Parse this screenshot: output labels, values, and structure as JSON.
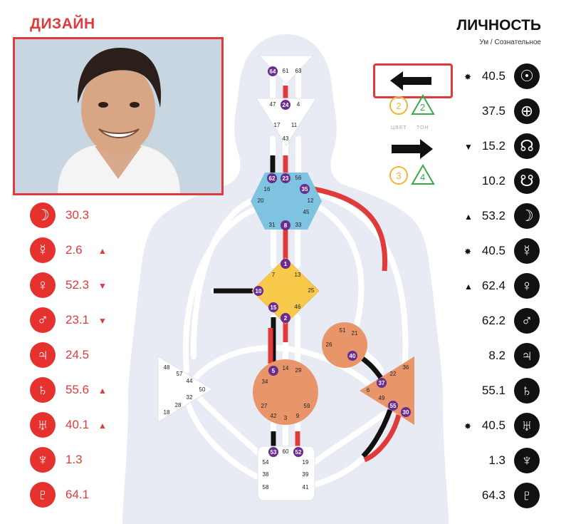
{
  "design_title": "ДИЗАЙН",
  "personality_title": "ЛИЧНОСТЬ",
  "personality_subtitle": "Ум / Сознательное",
  "variables": {
    "top": {
      "color": "2",
      "tone": "2"
    },
    "bottom": {
      "color": "3",
      "tone": "4"
    },
    "color_label": "ЦВЕТ",
    "tone_label": "ТОН"
  },
  "design_rows": [
    {
      "value": "30.3",
      "mark": "",
      "icon": "moon-icon",
      "glyph": "☽"
    },
    {
      "value": "2.6",
      "mark": "▲",
      "icon": "mercury-icon",
      "glyph": "☿"
    },
    {
      "value": "52.3",
      "mark": "▼",
      "icon": "venus-icon",
      "glyph": "♀"
    },
    {
      "value": "23.1",
      "mark": "▼",
      "icon": "mars-icon",
      "glyph": "♂"
    },
    {
      "value": "24.5",
      "mark": "",
      "icon": "jupiter-icon",
      "glyph": "♃"
    },
    {
      "value": "55.6",
      "mark": "▲",
      "icon": "saturn-icon",
      "glyph": "♄"
    },
    {
      "value": "40.1",
      "mark": "▲",
      "icon": "uranus-icon",
      "glyph": "♅"
    },
    {
      "value": "1.3",
      "mark": "",
      "icon": "neptune-icon",
      "glyph": "♆"
    },
    {
      "value": "64.1",
      "mark": "",
      "icon": "pluto-icon",
      "glyph": "♇"
    }
  ],
  "personality_rows": [
    {
      "value": "40.5",
      "mark": "✸",
      "icon": "sun-icon",
      "glyph": "☉"
    },
    {
      "value": "37.5",
      "mark": "",
      "icon": "earth-icon",
      "glyph": "⊕"
    },
    {
      "value": "15.2",
      "mark": "▼",
      "icon": "north-node-icon",
      "glyph": "☊"
    },
    {
      "value": "10.2",
      "mark": "",
      "icon": "south-node-icon",
      "glyph": "☋"
    },
    {
      "value": "53.2",
      "mark": "▲",
      "icon": "moon-icon",
      "glyph": "☽"
    },
    {
      "value": "40.5",
      "mark": "✸",
      "icon": "mercury-icon",
      "glyph": "☿"
    },
    {
      "value": "62.4",
      "mark": "▲",
      "icon": "venus-icon",
      "glyph": "♀"
    },
    {
      "value": "62.2",
      "mark": "",
      "icon": "mars-icon",
      "glyph": "♂"
    },
    {
      "value": "8.2",
      "mark": "",
      "icon": "jupiter-icon",
      "glyph": "♃"
    },
    {
      "value": "55.1",
      "mark": "",
      "icon": "saturn-icon",
      "glyph": "♄"
    },
    {
      "value": "40.5",
      "mark": "✸",
      "icon": "uranus-icon",
      "glyph": "♅"
    },
    {
      "value": "1.3",
      "mark": "",
      "icon": "neptune-icon",
      "glyph": "♆"
    },
    {
      "value": "64.3",
      "mark": "",
      "icon": "pluto-icon",
      "glyph": "♇"
    }
  ],
  "centers": {
    "head": {
      "gates": [
        "64",
        "61",
        "63"
      ],
      "active": [
        "64"
      ]
    },
    "ajna": {
      "gates": [
        "47",
        "24",
        "4",
        "17",
        "11",
        "43"
      ],
      "active": [
        "24"
      ]
    },
    "throat": {
      "gates": [
        "62",
        "23",
        "56",
        "16",
        "35",
        "12",
        "20",
        "45",
        "31",
        "8",
        "33"
      ],
      "active": [
        "62",
        "23",
        "35",
        "8"
      ]
    },
    "g": {
      "gates": [
        "1",
        "7",
        "13",
        "10",
        "25",
        "15",
        "46",
        "2"
      ],
      "active": [
        "1",
        "10",
        "15",
        "2"
      ]
    },
    "heart": {
      "gates": [
        "51",
        "21",
        "26",
        "40"
      ],
      "active": [
        "40"
      ]
    },
    "spleen": {
      "gates": [
        "48",
        "57",
        "44",
        "50",
        "32",
        "28",
        "18"
      ],
      "active": []
    },
    "sacral": {
      "gates": [
        "5",
        "14",
        "29",
        "34",
        "27",
        "59",
        "42",
        "3",
        "9"
      ],
      "active": [
        "5"
      ]
    },
    "solar": {
      "gates": [
        "36",
        "22",
        "37",
        "6",
        "49",
        "55",
        "30"
      ],
      "active": [
        "37",
        "55",
        "30"
      ]
    },
    "root": {
      "gates": [
        "53",
        "60",
        "52",
        "54",
        "19",
        "38",
        "39",
        "58",
        "41"
      ],
      "active": [
        "53",
        "52"
      ]
    }
  },
  "colors": {
    "design": "#e03a3a",
    "personality": "#111111",
    "active_gate": "#6a2c91",
    "throat": "#7ec3e0",
    "g": "#f7c94a",
    "motor": "#e9956a"
  }
}
